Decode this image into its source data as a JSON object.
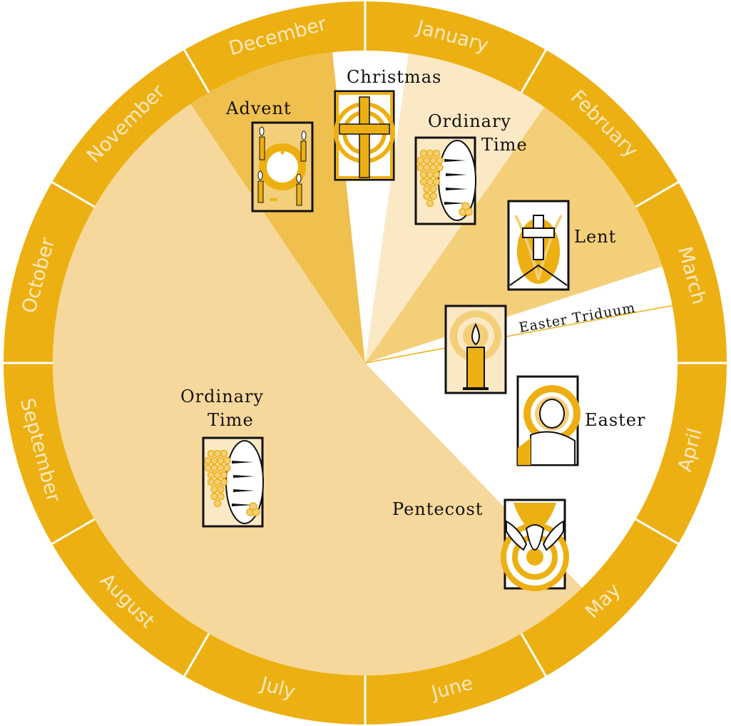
{
  "months": [
    "January",
    "February",
    "March",
    "April",
    "May",
    "June",
    "July",
    "August",
    "September",
    "October",
    "November",
    "December"
  ],
  "seasons": {
    "christmas": "Christmas",
    "ordinary_time_early_line1": "Ordinary",
    "ordinary_time_early_line2": "Time",
    "lent": "Lent",
    "easter_triduum": "Easter Triduum",
    "easter": "Easter",
    "pentecost": "Pentecost",
    "ordinary_time_late_line1": "Ordinary",
    "ordinary_time_late_line2": "Time",
    "advent": "Advent"
  },
  "icons": {
    "advent": "advent-wreath-icon",
    "christmas": "cross-icon",
    "ordinary_time": "bread-and-grapes-icon",
    "lent": "palm-cross-icon",
    "easter_triduum": "paschal-candle-icon",
    "easter": "lamb-icon",
    "pentecost": "dove-hands-icon"
  },
  "colors": {
    "month_ring": "#edb012",
    "month_text": "#fbe9c4",
    "advent": "#f0c04e",
    "ordinary_time": "#f7d89c",
    "ordinary_time_early": "#fbe9c6",
    "lent": "#f4cf7a",
    "christmas": "#ffffff",
    "easter": "#ffffff",
    "outline": "#111111"
  }
}
